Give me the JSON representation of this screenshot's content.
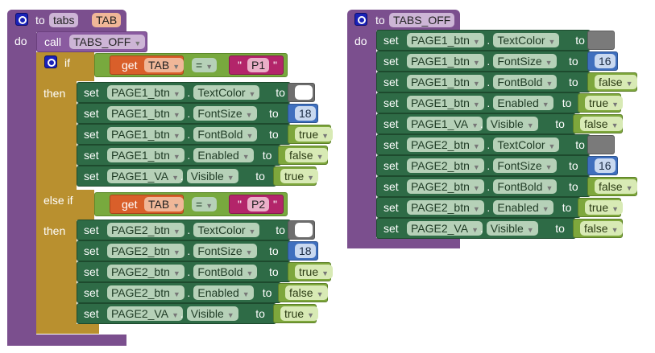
{
  "proc_tabs": {
    "gear_icon": "mutator-gear-icon",
    "to_label": "to",
    "name": "tabs",
    "param": "TAB",
    "do_label": "do",
    "call": {
      "label": "call",
      "proc": "TABS_OFF"
    },
    "if_block": {
      "if_label": "if",
      "then_label": "then",
      "else_if_label": "else if",
      "conditions": [
        {
          "get_label": "get",
          "var": "TAB",
          "op": "=",
          "string": "P1"
        },
        {
          "get_label": "get",
          "var": "TAB",
          "op": "=",
          "string": "P2"
        }
      ],
      "branch1": [
        {
          "set": "set",
          "component": "PAGE1_btn",
          "property": "TextColor",
          "to": "to",
          "value": "",
          "type": "color-white"
        },
        {
          "set": "set",
          "component": "PAGE1_btn",
          "property": "FontSize",
          "to": "to",
          "value": "18",
          "type": "num"
        },
        {
          "set": "set",
          "component": "PAGE1_btn",
          "property": "FontBold",
          "to": "to",
          "value": "true",
          "type": "bool"
        },
        {
          "set": "set",
          "component": "PAGE1_btn",
          "property": "Enabled",
          "to": "to",
          "value": "false",
          "type": "bool"
        },
        {
          "set": "set",
          "component": "PAGE1_VA",
          "property": "Visible",
          "to": "to",
          "value": "true",
          "type": "bool"
        }
      ],
      "branch2": [
        {
          "set": "set",
          "component": "PAGE2_btn",
          "property": "TextColor",
          "to": "to",
          "value": "",
          "type": "color-white"
        },
        {
          "set": "set",
          "component": "PAGE2_btn",
          "property": "FontSize",
          "to": "to",
          "value": "18",
          "type": "num"
        },
        {
          "set": "set",
          "component": "PAGE2_btn",
          "property": "FontBold",
          "to": "to",
          "value": "true",
          "type": "bool"
        },
        {
          "set": "set",
          "component": "PAGE2_btn",
          "property": "Enabled",
          "to": "to",
          "value": "false",
          "type": "bool"
        },
        {
          "set": "set",
          "component": "PAGE2_VA",
          "property": "Visible",
          "to": "to",
          "value": "true",
          "type": "bool"
        }
      ]
    }
  },
  "proc_tabs_off": {
    "gear_icon": "mutator-gear-icon",
    "to_label": "to",
    "name": "TABS_OFF",
    "do_label": "do",
    "rows": [
      {
        "set": "set",
        "component": "PAGE1_btn",
        "property": "TextColor",
        "to": "to",
        "value": "",
        "type": "color-gray"
      },
      {
        "set": "set",
        "component": "PAGE1_btn",
        "property": "FontSize",
        "to": "to",
        "value": "16",
        "type": "num"
      },
      {
        "set": "set",
        "component": "PAGE1_btn",
        "property": "FontBold",
        "to": "to",
        "value": "false",
        "type": "bool"
      },
      {
        "set": "set",
        "component": "PAGE1_btn",
        "property": "Enabled",
        "to": "to",
        "value": "true",
        "type": "bool"
      },
      {
        "set": "set",
        "component": "PAGE1_VA",
        "property": "Visible",
        "to": "to",
        "value": "false",
        "type": "bool"
      },
      {
        "set": "set",
        "component": "PAGE2_btn",
        "property": "TextColor",
        "to": "to",
        "value": "",
        "type": "color-gray"
      },
      {
        "set": "set",
        "component": "PAGE2_btn",
        "property": "FontSize",
        "to": "to",
        "value": "16",
        "type": "num"
      },
      {
        "set": "set",
        "component": "PAGE2_btn",
        "property": "FontBold",
        "to": "to",
        "value": "false",
        "type": "bool"
      },
      {
        "set": "set",
        "component": "PAGE2_btn",
        "property": "Enabled",
        "to": "to",
        "value": "true",
        "type": "bool"
      },
      {
        "set": "set",
        "component": "PAGE2_VA",
        "property": "Visible",
        "to": "to",
        "value": "false",
        "type": "bool"
      }
    ]
  },
  "colors": {
    "procedure": "#7b4f8e",
    "control_if": "#b9902f",
    "setter": "#2e6b46",
    "logic_bool": "#7ea73c",
    "math_num": "#3f6fbe",
    "variable_get": "#d95f2a",
    "text_string": "#b3256a",
    "color_white": "#ffffff",
    "color_gray": "#7a7a7a"
  }
}
